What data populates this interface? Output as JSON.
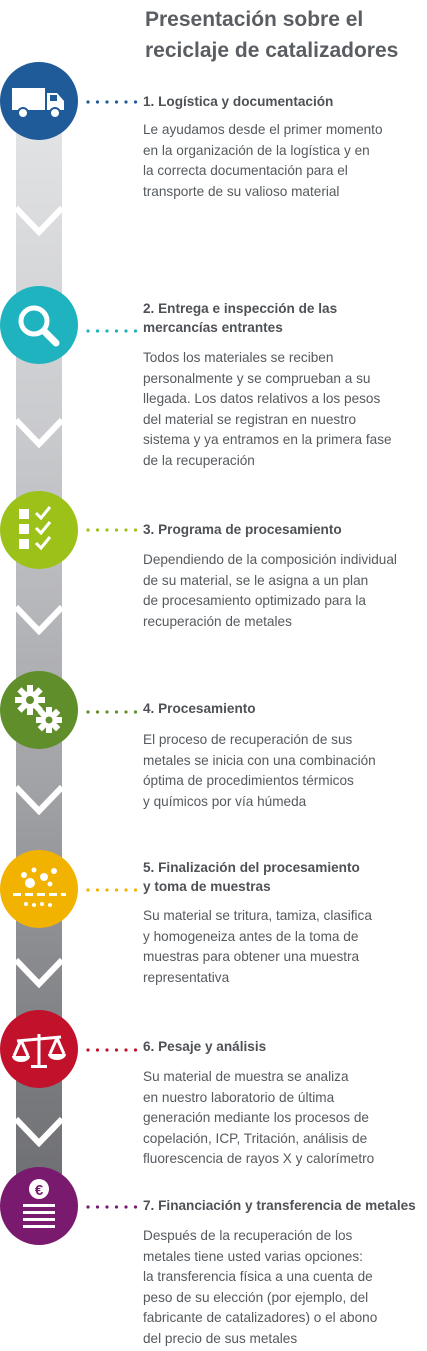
{
  "title": "Presentación sobre el\nreciclaje de catalizadores",
  "steps": [
    {
      "title": "1. Logística y documentación",
      "color": "#1f5a99",
      "icon": "truck-icon",
      "text": "Le ayudamos desde el primer momento\nen la organización de la logística y en\nla correcta documentación para el\ntransporte de su valioso material"
    },
    {
      "title": "2. Entrega e inspección de las\nmercancías entrantes",
      "color": "#1fb3bf",
      "icon": "magnifier-icon",
      "text": "Todos los materiales se reciben\npersonalmente y se comprueban a su\nllegada. Los datos relativos a los pesos\ndel material se registran en nuestro\nsistema y ya entramos en la primera fase\nde la recuperación"
    },
    {
      "title": "3. Programa de procesamiento",
      "color": "#9cc21a",
      "icon": "checklist-icon",
      "text": "Dependiendo de la composición individual\nde su material, se le asigna a un plan\nde procesamiento optimizado para la\nrecuperación de metales"
    },
    {
      "title": "4. Procesamiento",
      "color": "#5f8e2a",
      "icon": "gears-icon",
      "text": "El proceso de recuperación de sus\nmetales se inicia con una combinación\nóptima de procedimientos térmicos\ny químicos por vía húmeda"
    },
    {
      "title": "5. Finalización del procesamiento\ny toma de muestras",
      "color": "#f2b200",
      "icon": "sampling-icon",
      "text": "Su material se tritura, tamiza, clasifica\ny homogeneiza antes de la toma de\nmuestras para obtener una muestra\nrepresentativa"
    },
    {
      "title": "6. Pesaje y análisis",
      "color": "#c2122b",
      "icon": "scale-icon",
      "text": "Su material de muestra se analiza\nen nuestro laboratorio de última\ngeneración mediante los procesos de\ncopelación, ICP, Tritación, análisis de\nfluorescencia de rayos X y calorímetro"
    },
    {
      "title": "7. Financiación y transferencia de metales",
      "color": "#7a1a6e",
      "icon": "euro-document-icon",
      "text": "Después de la recuperación de los\nmetales tiene usted varias opciones:\nla transferencia física a una cuenta de\npeso de su elección (por ejemplo, del\nfabricante de catalizadores) o el abono\ndel precio de sus metales"
    }
  ]
}
